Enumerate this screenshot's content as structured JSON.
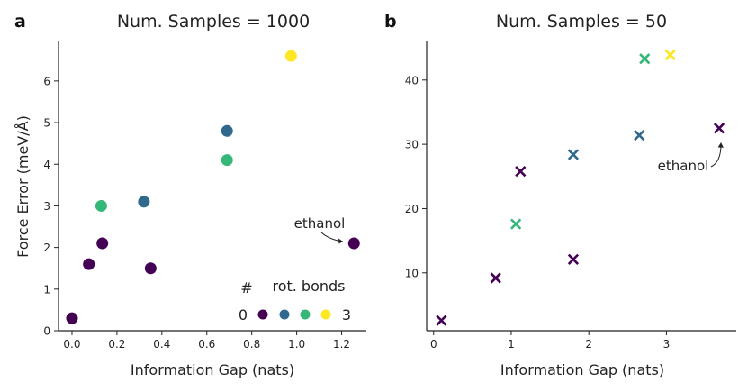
{
  "chart_data": [
    {
      "panel": "a",
      "type": "scatter",
      "title": "Num. Samples = 1000",
      "xlabel": "Information Gap (nats)",
      "ylabel": "Force Error (meV/Å)",
      "xlim": [
        -0.06,
        1.31
      ],
      "ylim": [
        0,
        6.95
      ],
      "xticks": [
        0.0,
        0.2,
        0.4,
        0.6,
        0.8,
        1.0,
        1.2
      ],
      "xtick_labels": [
        "0.0",
        "0.2",
        "0.4",
        "0.6",
        "0.8",
        "1.0",
        "1.2"
      ],
      "yticks": [
        0,
        1,
        2,
        3,
        4,
        5,
        6
      ],
      "ytick_labels": [
        "0",
        "1",
        "2",
        "3",
        "4",
        "5",
        "6"
      ],
      "marker": "circle",
      "points": [
        {
          "x": 0.0,
          "y": 0.3,
          "bonds": 0
        },
        {
          "x": 0.075,
          "y": 1.6,
          "bonds": 0
        },
        {
          "x": 0.135,
          "y": 2.1,
          "bonds": 0
        },
        {
          "x": 0.35,
          "y": 1.5,
          "bonds": 0
        },
        {
          "x": 1.255,
          "y": 2.1,
          "bonds": 0
        },
        {
          "x": 0.32,
          "y": 3.1,
          "bonds": 1
        },
        {
          "x": 0.69,
          "y": 4.8,
          "bonds": 1
        },
        {
          "x": 0.13,
          "y": 3.0,
          "bonds": 2
        },
        {
          "x": 0.69,
          "y": 4.1,
          "bonds": 2
        },
        {
          "x": 0.975,
          "y": 6.6,
          "bonds": 3
        }
      ],
      "annotation": {
        "text": "ethanol",
        "target": {
          "x": 1.255,
          "y": 2.1
        }
      },
      "legend": {
        "title_symbol": "#",
        "title": "rot. bonds",
        "min_label": "0",
        "max_label": "3",
        "placement": "lower-right"
      }
    },
    {
      "panel": "b",
      "type": "scatter",
      "title": "Num. Samples = 50",
      "xlabel": "Information Gap (nats)",
      "ylabel": "",
      "xlim": [
        -0.09,
        3.9
      ],
      "ylim": [
        1,
        46
      ],
      "xticks": [
        0,
        1,
        2,
        3
      ],
      "xtick_labels": [
        "0",
        "1",
        "2",
        "3"
      ],
      "yticks": [
        10,
        20,
        30,
        40
      ],
      "ytick_labels": [
        "10",
        "20",
        "30",
        "40"
      ],
      "marker": "x",
      "points": [
        {
          "x": 0.1,
          "y": 2.6,
          "bonds": 0
        },
        {
          "x": 0.8,
          "y": 9.2,
          "bonds": 0
        },
        {
          "x": 1.8,
          "y": 12.1,
          "bonds": 0
        },
        {
          "x": 1.12,
          "y": 25.8,
          "bonds": 0
        },
        {
          "x": 3.68,
          "y": 32.5,
          "bonds": 0
        },
        {
          "x": 1.8,
          "y": 28.4,
          "bonds": 1
        },
        {
          "x": 2.65,
          "y": 31.4,
          "bonds": 1
        },
        {
          "x": 1.06,
          "y": 17.6,
          "bonds": 2
        },
        {
          "x": 2.72,
          "y": 43.3,
          "bonds": 2
        },
        {
          "x": 3.05,
          "y": 43.9,
          "bonds": 3
        }
      ],
      "annotation": {
        "text": "ethanol",
        "target": {
          "x": 3.68,
          "y": 32.5
        }
      }
    }
  ],
  "colors": {
    "bonds_0": "#440154",
    "bonds_1": "#31688e",
    "bonds_2": "#35b779",
    "bonds_3": "#fde725",
    "axis": "#222222"
  }
}
